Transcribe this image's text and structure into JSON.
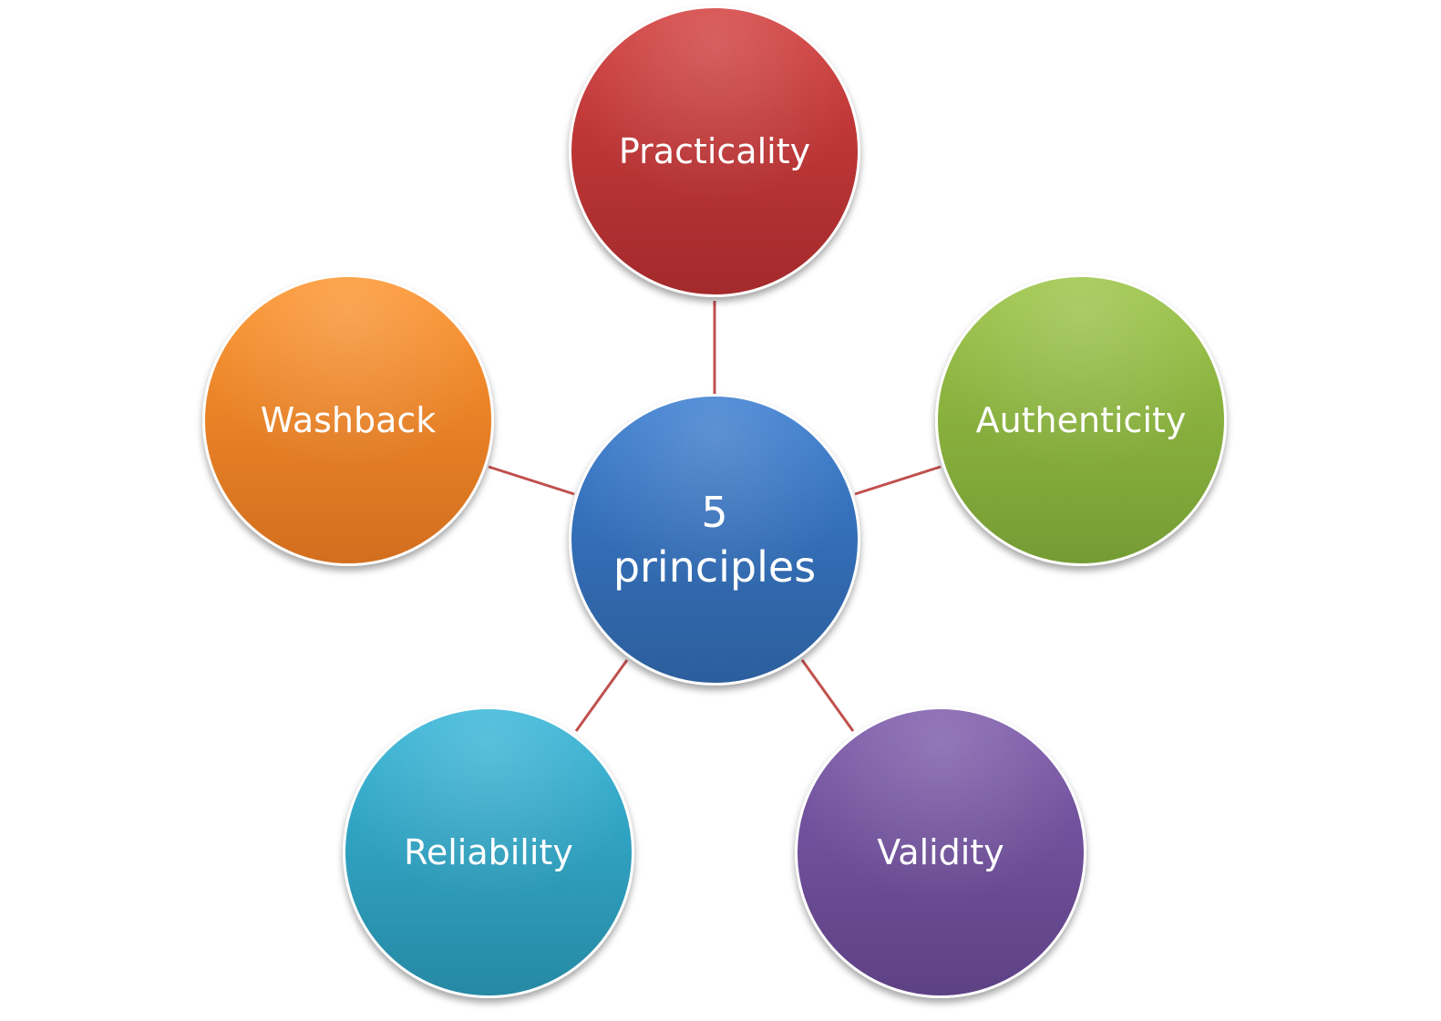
{
  "diagram": {
    "center": {
      "line1": "5",
      "line2": "principles",
      "color": "#3a77c2"
    },
    "nodes": [
      {
        "id": "practicality",
        "label": "Practicality",
        "color": "#c0383a"
      },
      {
        "id": "authenticity",
        "label": "Authenticity",
        "color": "#8ab33f"
      },
      {
        "id": "validity",
        "label": "Validity",
        "color": "#7353a0"
      },
      {
        "id": "reliability",
        "label": "Reliability",
        "color": "#31a6c6"
      },
      {
        "id": "washback",
        "label": "Washback",
        "color": "#f08a25"
      }
    ],
    "connector_color": "#c0504d"
  }
}
